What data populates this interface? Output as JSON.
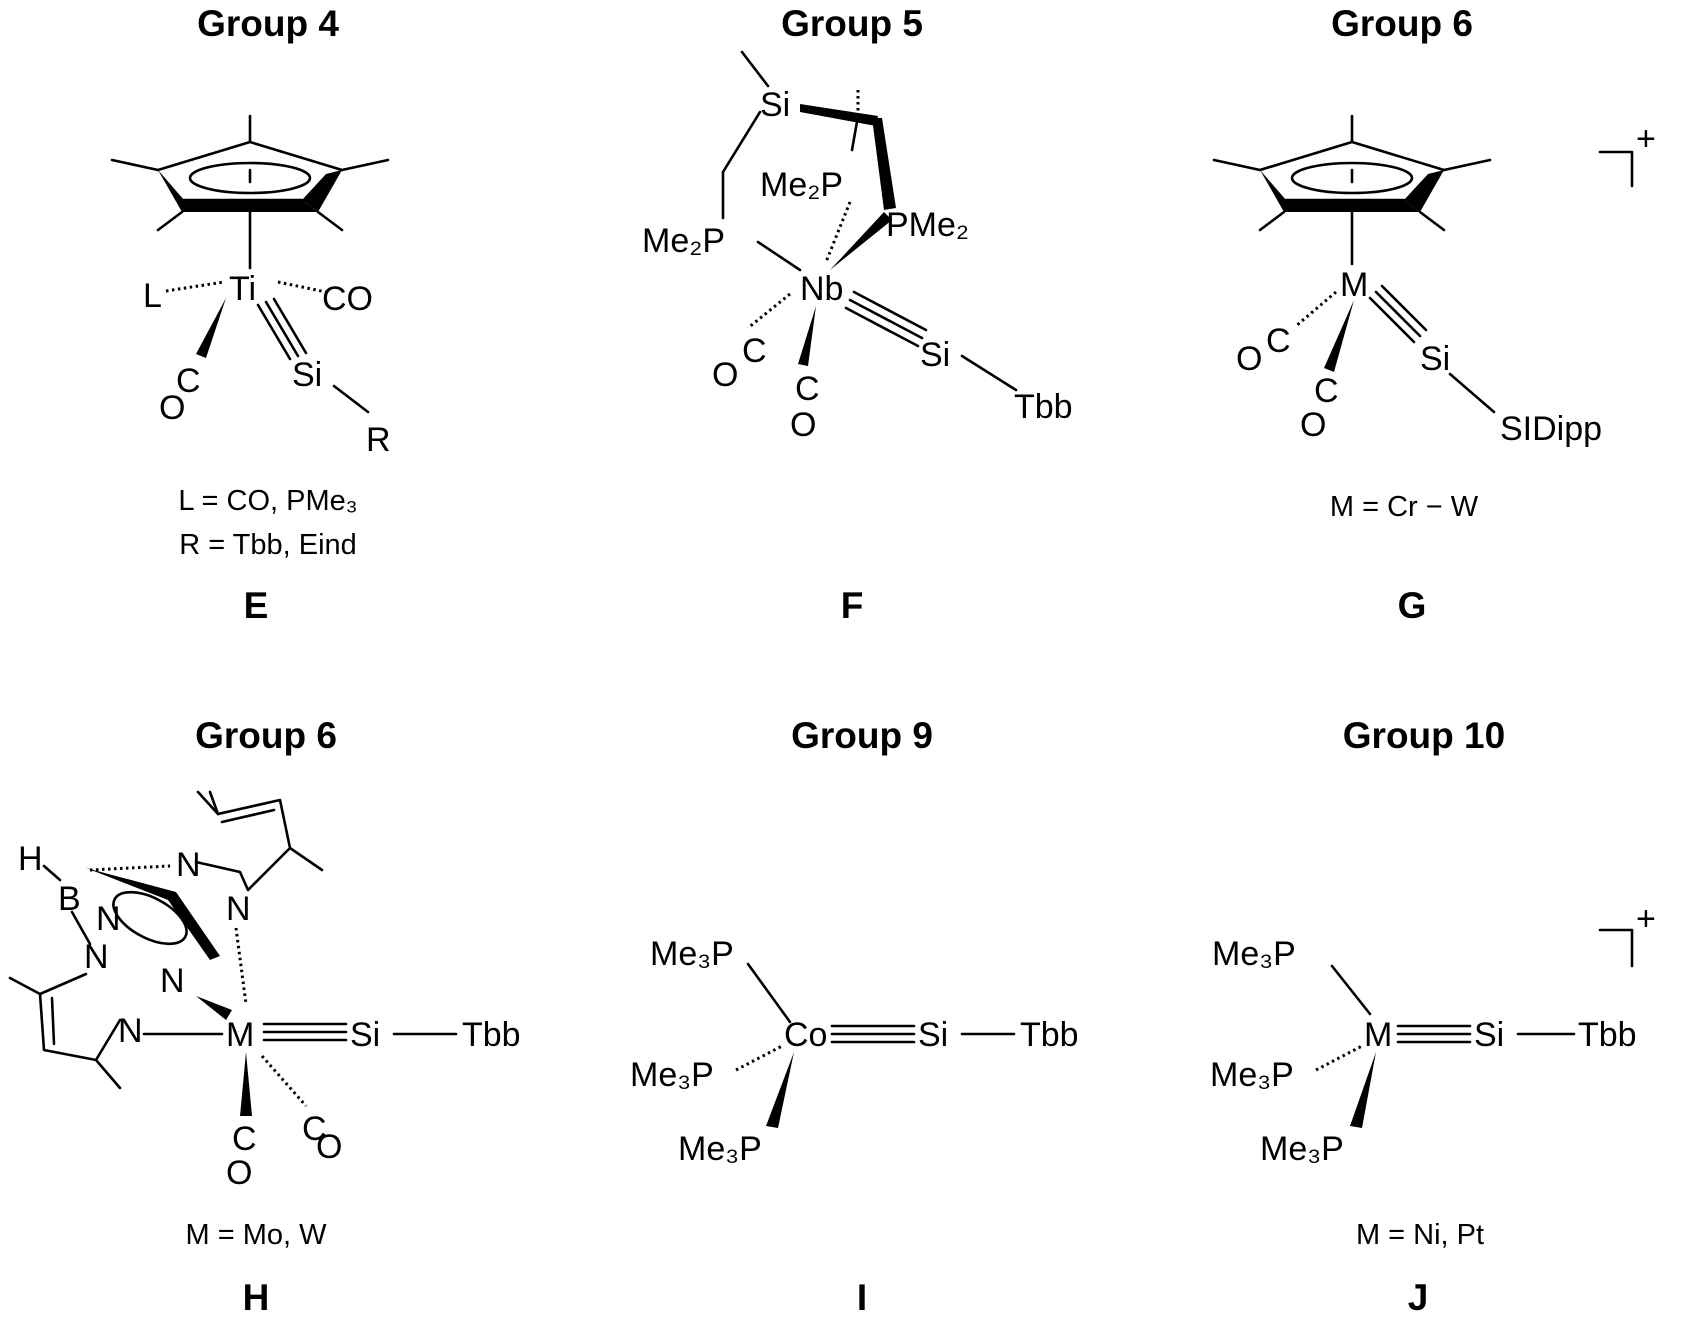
{
  "figure": {
    "panels": [
      {
        "group": "Group 4",
        "label": "E",
        "captions": [
          "L = CO, PMe₃",
          "R = Tbb, Eind"
        ],
        "atoms": {
          "metal": "Ti",
          "si": "Si",
          "l": "L",
          "co1": "CO",
          "c2": "C",
          "o2": "O",
          "r": "R"
        }
      },
      {
        "group": "Group 5",
        "label": "F",
        "captions": [],
        "atoms": {
          "si_top": "Si",
          "me2p_left": "Me₂P",
          "me2p_mid": "Me₂P",
          "pme2_right": "PMe₂",
          "metal": "Nb",
          "si": "Si",
          "tbb": "Tbb",
          "c1": "C",
          "o1": "O",
          "c2": "C",
          "o2": "O"
        }
      },
      {
        "group": "Group 6",
        "label": "G",
        "captions": [
          "M = Cr − W"
        ],
        "charge": "+",
        "atoms": {
          "metal": "M",
          "si": "Si",
          "sidipp": "SIDipp",
          "c1": "C",
          "o1": "O",
          "c2": "C",
          "o2": "O"
        }
      },
      {
        "group": "Group 6",
        "label": "H",
        "captions": [
          "M = Mo, W"
        ],
        "atoms": {
          "h": "H",
          "b": "B",
          "n1": "N",
          "n2": "N",
          "n3": "N",
          "n4": "N",
          "n5": "N",
          "n6": "N",
          "metal": "M",
          "si": "Si",
          "tbb": "Tbb",
          "c1": "C",
          "o1": "O",
          "c2": "C",
          "o2": "O"
        }
      },
      {
        "group": "Group 9",
        "label": "I",
        "captions": [],
        "atoms": {
          "p1": "Me₃P",
          "p2": "Me₃P",
          "p3": "Me₃P",
          "metal": "Co",
          "si": "Si",
          "tbb": "Tbb"
        }
      },
      {
        "group": "Group 10",
        "label": "J",
        "captions": [
          "M = Ni, Pt"
        ],
        "charge": "+",
        "atoms": {
          "p1": "Me₃P",
          "p2": "Me₃P",
          "p3": "Me₃P",
          "metal": "M",
          "si": "Si",
          "tbb": "Tbb"
        }
      }
    ]
  }
}
